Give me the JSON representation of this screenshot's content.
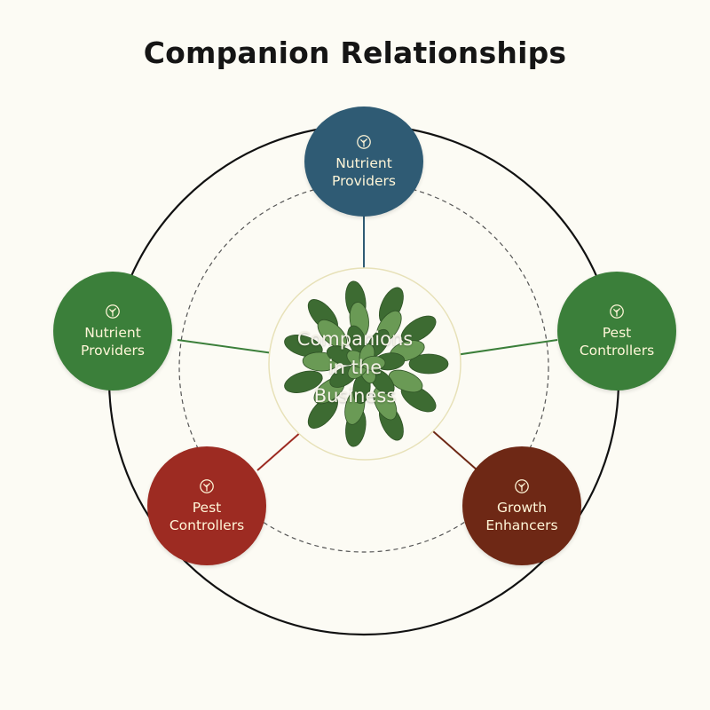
{
  "title": "Companion Relationships",
  "center": {
    "label": "Companions\nin the\nBusiness"
  },
  "nodes": [
    {
      "id": "top",
      "label": "Nutrient\nProviders",
      "color": "#2f5b74",
      "icon": "sprout-icon"
    },
    {
      "id": "left",
      "label": "Nutrient\nProviders",
      "color": "#3b7f3a",
      "icon": "sprout-icon"
    },
    {
      "id": "right",
      "label": "Pest\nControllers",
      "color": "#3b7f3a",
      "icon": "sprout-icon"
    },
    {
      "id": "bottom-left",
      "label": "Pest\nControllers",
      "color": "#9d2b22",
      "icon": "sprout-icon"
    },
    {
      "id": "bottom-right",
      "label": "Growth\nEnhancers",
      "color": "#6e2815",
      "icon": "sprout-icon"
    }
  ],
  "colors": {
    "background": "#fcfbf4",
    "outer_ring": "#111111",
    "inner_ring": "#444444",
    "leaf_dark": "#3d6b32",
    "leaf_light": "#6a9a55"
  }
}
